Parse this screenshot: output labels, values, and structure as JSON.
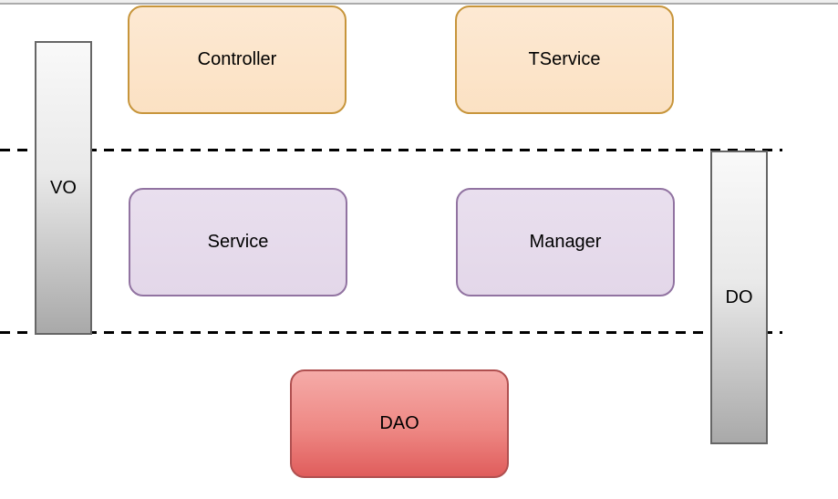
{
  "diagram": {
    "type": "layered-architecture",
    "nodes": {
      "controller": {
        "label": "Controller"
      },
      "tservice": {
        "label": "TService"
      },
      "service": {
        "label": "Service"
      },
      "manager": {
        "label": "Manager"
      },
      "dao": {
        "label": "DAO"
      },
      "vo": {
        "label": "VO"
      },
      "do": {
        "label": "DO"
      }
    },
    "separators": {
      "count": 2,
      "style": "black dashed horizontal lines"
    },
    "palette": {
      "orange_fill": "#FBE3C9",
      "orange_stroke": "#C7953B",
      "purple_fill": "#E6DBEB",
      "purple_stroke": "#9173A1",
      "red_fill_top": "#F5ABA8",
      "red_fill_bottom": "#E05D5C",
      "red_stroke": "#B05050",
      "bar_fill_top": "#F9F9F9",
      "bar_fill_bottom": "#A9A9A9",
      "bar_stroke": "#666666",
      "dash_color": "#000000",
      "top_rule_color": "#ABABAB"
    }
  }
}
